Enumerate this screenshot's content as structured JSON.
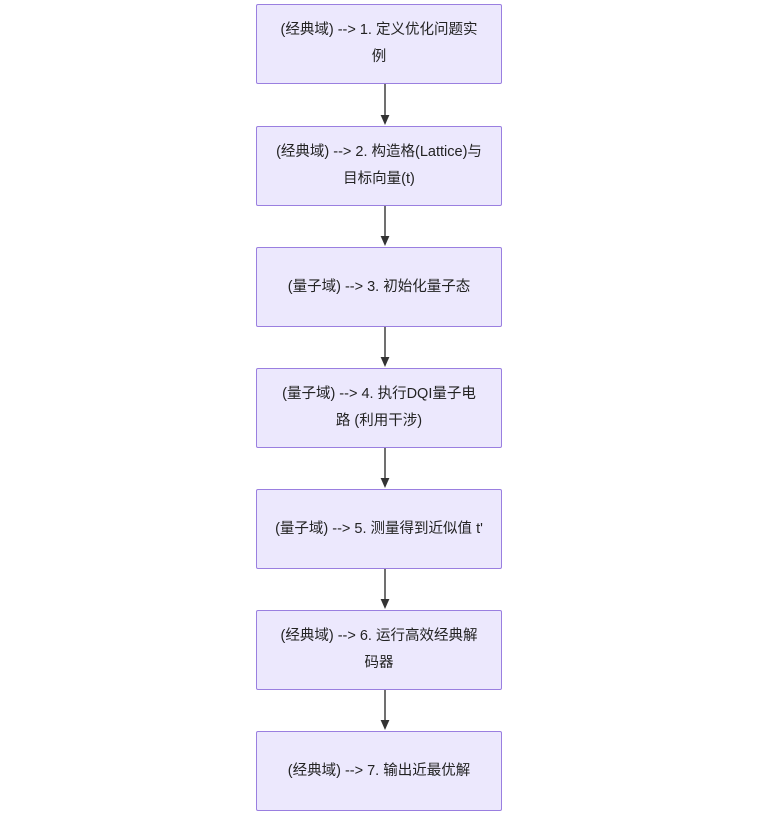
{
  "diagram": {
    "type": "flowchart",
    "direction": "top-to-bottom",
    "background_color": "#FFFFFF",
    "node_fill_color": "#ECE8FD",
    "node_border_color": "#9A7FE0",
    "node_text_color": "#232323",
    "edge_color": "#333333",
    "nodes": [
      {
        "id": "n1",
        "label": "(经典域) --> 1. 定义优化问题实例"
      },
      {
        "id": "n2",
        "label": "(经典域) --> 2. 构造格(Lattice)与目标向量(t)"
      },
      {
        "id": "n3",
        "label": "(量子域) --> 3. 初始化量子态"
      },
      {
        "id": "n4",
        "label": "(量子域) --> 4. 执行DQI量子电路 (利用干涉)"
      },
      {
        "id": "n5",
        "label": "(量子域) --> 5. 测量得到近似值 t'"
      },
      {
        "id": "n6",
        "label": "(经典域) --> 6. 运行高效经典解码器"
      },
      {
        "id": "n7",
        "label": "(经典域) --> 7. 输出近最优解"
      }
    ],
    "edges": [
      {
        "from": "n1",
        "to": "n2",
        "arrow": "arrowhead-down-icon"
      },
      {
        "from": "n2",
        "to": "n3",
        "arrow": "arrowhead-down-icon"
      },
      {
        "from": "n3",
        "to": "n4",
        "arrow": "arrowhead-down-icon"
      },
      {
        "from": "n4",
        "to": "n5",
        "arrow": "arrowhead-down-icon"
      },
      {
        "from": "n5",
        "to": "n6",
        "arrow": "arrowhead-down-icon"
      },
      {
        "from": "n6",
        "to": "n7",
        "arrow": "arrowhead-down-icon"
      }
    ]
  }
}
